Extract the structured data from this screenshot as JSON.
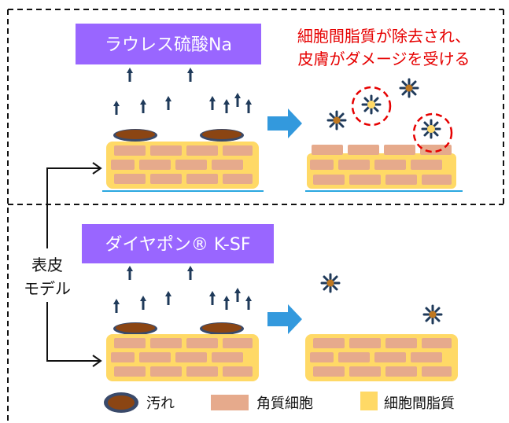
{
  "top_panel": {
    "label": "ラウレス硫酸Na",
    "annotation_line1": "細胞間脂質が除去され、",
    "annotation_line2": "皮膚がダメージを受ける"
  },
  "bottom_panel": {
    "label": "ダイヤポン® K-SF"
  },
  "model_label": {
    "line1": "表皮",
    "line2": "モデル"
  },
  "legend": {
    "items": [
      {
        "label": "汚れ",
        "icon": "dirt-icon"
      },
      {
        "label": "角質細胞",
        "icon": "corneocyte-icon"
      },
      {
        "label": "細胞間脂質",
        "icon": "intercellular-lipid-icon"
      }
    ]
  },
  "colors": {
    "label_bg": "#9966ff",
    "brick": "#e6aa8c",
    "mortar": "#ffd966",
    "arrow": "#3399dd",
    "highlight": "#e60000"
  }
}
